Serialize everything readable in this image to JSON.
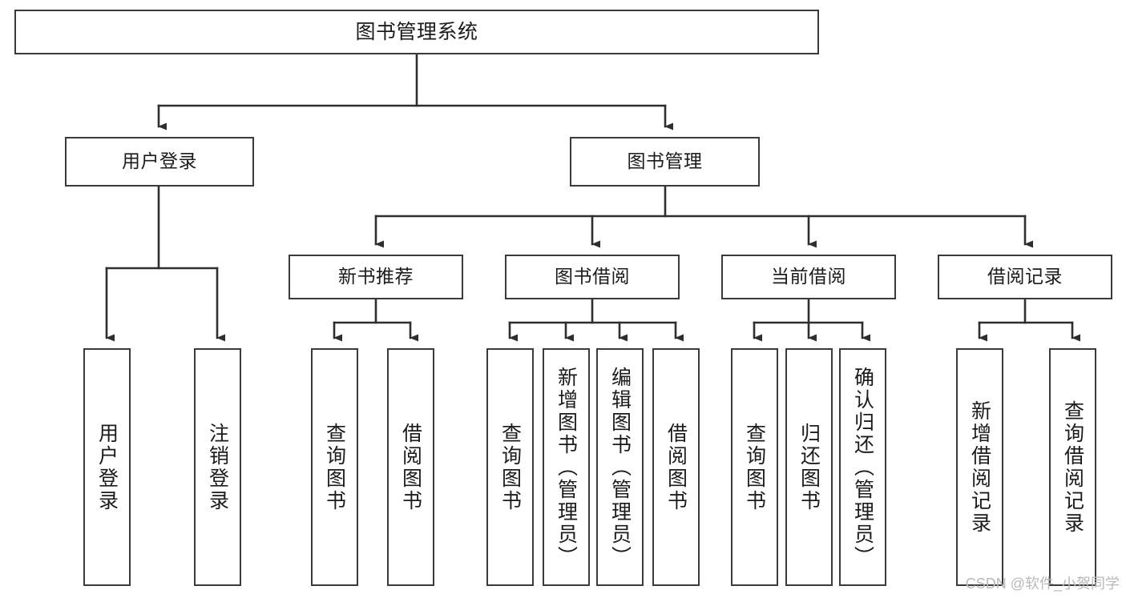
{
  "title": "图书管理系统",
  "watermark": "CSDN @软件_小贺同学",
  "colors": {
    "box_border": "#3a3a3a",
    "box_fill": "#ffffff",
    "edge": "#2e2e2e",
    "text": "#1b1b1b",
    "watermark": "#b9b9b9"
  },
  "chart_data": {
    "type": "diagram",
    "diagram_type": "tree-hierarchy",
    "title": "图书管理系统",
    "root": "图书管理系统",
    "levels": 4,
    "nodes": [
      {
        "id": "root",
        "label": "图书管理系统",
        "level": 0,
        "orientation": "horizontal"
      },
      {
        "id": "login",
        "label": "用户登录",
        "level": 1,
        "orientation": "horizontal"
      },
      {
        "id": "bookmgmt",
        "label": "图书管理",
        "level": 1,
        "orientation": "horizontal"
      },
      {
        "id": "newrec",
        "label": "新书推荐",
        "level": 2,
        "orientation": "horizontal"
      },
      {
        "id": "borrow",
        "label": "图书借阅",
        "level": 2,
        "orientation": "horizontal"
      },
      {
        "id": "current",
        "label": "当前借阅",
        "level": 2,
        "orientation": "horizontal"
      },
      {
        "id": "records",
        "label": "借阅记录",
        "level": 2,
        "orientation": "horizontal"
      },
      {
        "id": "l1",
        "label": "用户登录",
        "level": 3,
        "orientation": "vertical"
      },
      {
        "id": "l2",
        "label": "注销登录",
        "level": 3,
        "orientation": "vertical"
      },
      {
        "id": "l3",
        "label": "查询图书",
        "level": 3,
        "orientation": "vertical"
      },
      {
        "id": "l4",
        "label": "借阅图书",
        "level": 3,
        "orientation": "vertical"
      },
      {
        "id": "l5",
        "label": "查询图书",
        "level": 3,
        "orientation": "vertical"
      },
      {
        "id": "l6",
        "label": "新增图书（管理员）",
        "level": 3,
        "orientation": "vertical"
      },
      {
        "id": "l7",
        "label": "编辑图书（管理员）",
        "level": 3,
        "orientation": "vertical"
      },
      {
        "id": "l8",
        "label": "借阅图书",
        "level": 3,
        "orientation": "vertical"
      },
      {
        "id": "l9",
        "label": "查询图书",
        "level": 3,
        "orientation": "vertical"
      },
      {
        "id": "l10",
        "label": "归还图书",
        "level": 3,
        "orientation": "vertical"
      },
      {
        "id": "l11",
        "label": "确认归还（管理员）",
        "level": 3,
        "orientation": "vertical"
      },
      {
        "id": "l12",
        "label": "新增借阅记录",
        "level": 3,
        "orientation": "vertical"
      },
      {
        "id": "l13",
        "label": "查询借阅记录",
        "level": 3,
        "orientation": "vertical"
      }
    ],
    "edges": [
      {
        "from": "root",
        "to": "login"
      },
      {
        "from": "root",
        "to": "bookmgmt"
      },
      {
        "from": "login",
        "to": "l1"
      },
      {
        "from": "login",
        "to": "l2"
      },
      {
        "from": "bookmgmt",
        "to": "newrec"
      },
      {
        "from": "bookmgmt",
        "to": "borrow"
      },
      {
        "from": "bookmgmt",
        "to": "current"
      },
      {
        "from": "bookmgmt",
        "to": "records"
      },
      {
        "from": "newrec",
        "to": "l3"
      },
      {
        "from": "newrec",
        "to": "l4"
      },
      {
        "from": "borrow",
        "to": "l5"
      },
      {
        "from": "borrow",
        "to": "l6"
      },
      {
        "from": "borrow",
        "to": "l7"
      },
      {
        "from": "borrow",
        "to": "l8"
      },
      {
        "from": "current",
        "to": "l9"
      },
      {
        "from": "current",
        "to": "l10"
      },
      {
        "from": "current",
        "to": "l11"
      },
      {
        "from": "records",
        "to": "l12"
      },
      {
        "from": "records",
        "to": "l13"
      }
    ]
  },
  "nodes": {
    "root": "图书管理系统",
    "login": "用户登录",
    "bookmgmt": "图书管理",
    "newrec": "新书推荐",
    "borrow": "图书借阅",
    "current": "当前借阅",
    "records": "借阅记录",
    "l1": "用户登录",
    "l2": "注销登录",
    "l3": "查询图书",
    "l4": "借阅图书",
    "l5": "查询图书",
    "l6": "新增图书（管理员）",
    "l7": "编辑图书（管理员）",
    "l8": "借阅图书",
    "l9": "查询图书",
    "l10": "归还图书",
    "l11": "确认归还（管理员）",
    "l12": "新增借阅记录",
    "l13": "查询借阅记录"
  }
}
